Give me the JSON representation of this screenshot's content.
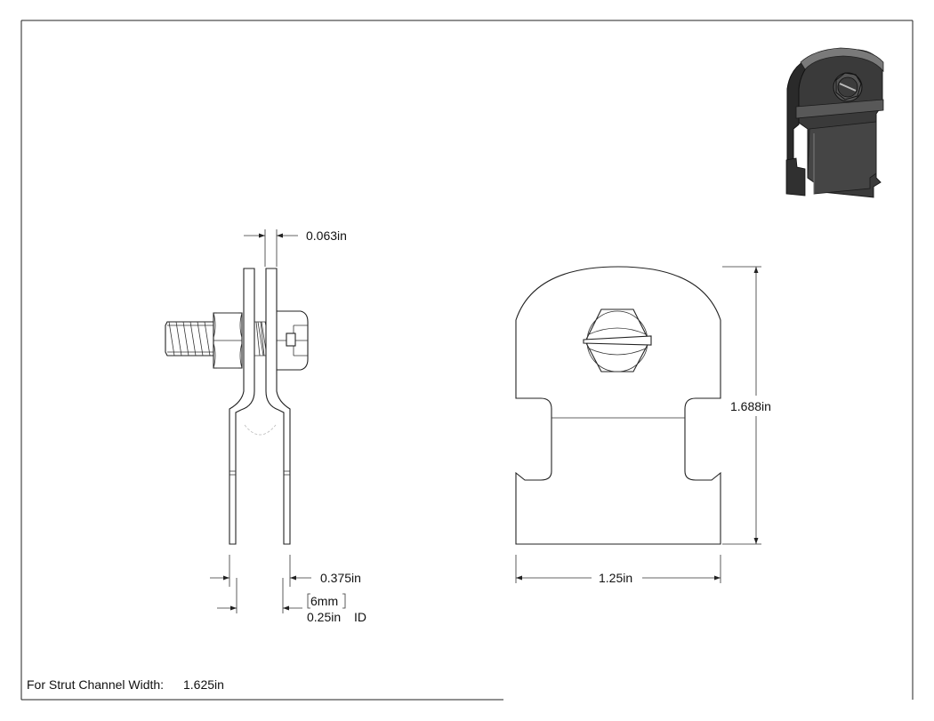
{
  "dimensions": {
    "thickness": "0.063in",
    "width_side": "0.375in",
    "metric_size": "6mm",
    "inner_diameter": "0.25in",
    "inner_diameter_suffix": "ID",
    "height": "1.688in",
    "width_front": "1.25in"
  },
  "note": {
    "label": "For Strut Channel Width:",
    "value": "1.625in"
  },
  "colors": {
    "line": "#222222",
    "iso_fill": "#4a4a4a",
    "iso_dark": "#262626",
    "iso_light": "#9a9a9a"
  }
}
